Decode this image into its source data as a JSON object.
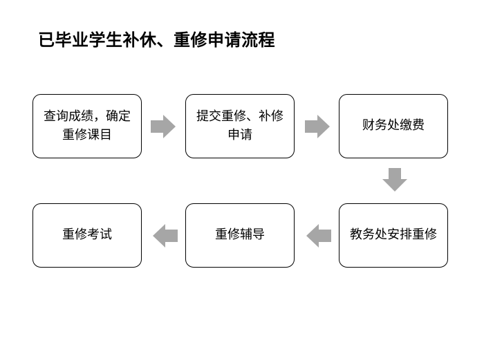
{
  "title": "已毕业学生补休、重修申请流程",
  "steps": [
    {
      "id": 1,
      "label": "查询成绩，确定重修课目"
    },
    {
      "id": 2,
      "label": "提交重修、补修申请"
    },
    {
      "id": 3,
      "label": "财务处缴费"
    },
    {
      "id": 4,
      "label": "教务处安排重修"
    },
    {
      "id": 5,
      "label": "重修辅导"
    },
    {
      "id": 6,
      "label": "重修考试"
    }
  ],
  "connections": [
    {
      "from": 1,
      "to": 2,
      "direction": "right"
    },
    {
      "from": 2,
      "to": 3,
      "direction": "right"
    },
    {
      "from": 3,
      "to": 4,
      "direction": "down"
    },
    {
      "from": 4,
      "to": 5,
      "direction": "left"
    },
    {
      "from": 5,
      "to": 6,
      "direction": "left"
    }
  ],
  "colors": {
    "arrow": "#a6a6a6",
    "border": "#000000",
    "background": "#ffffff"
  }
}
